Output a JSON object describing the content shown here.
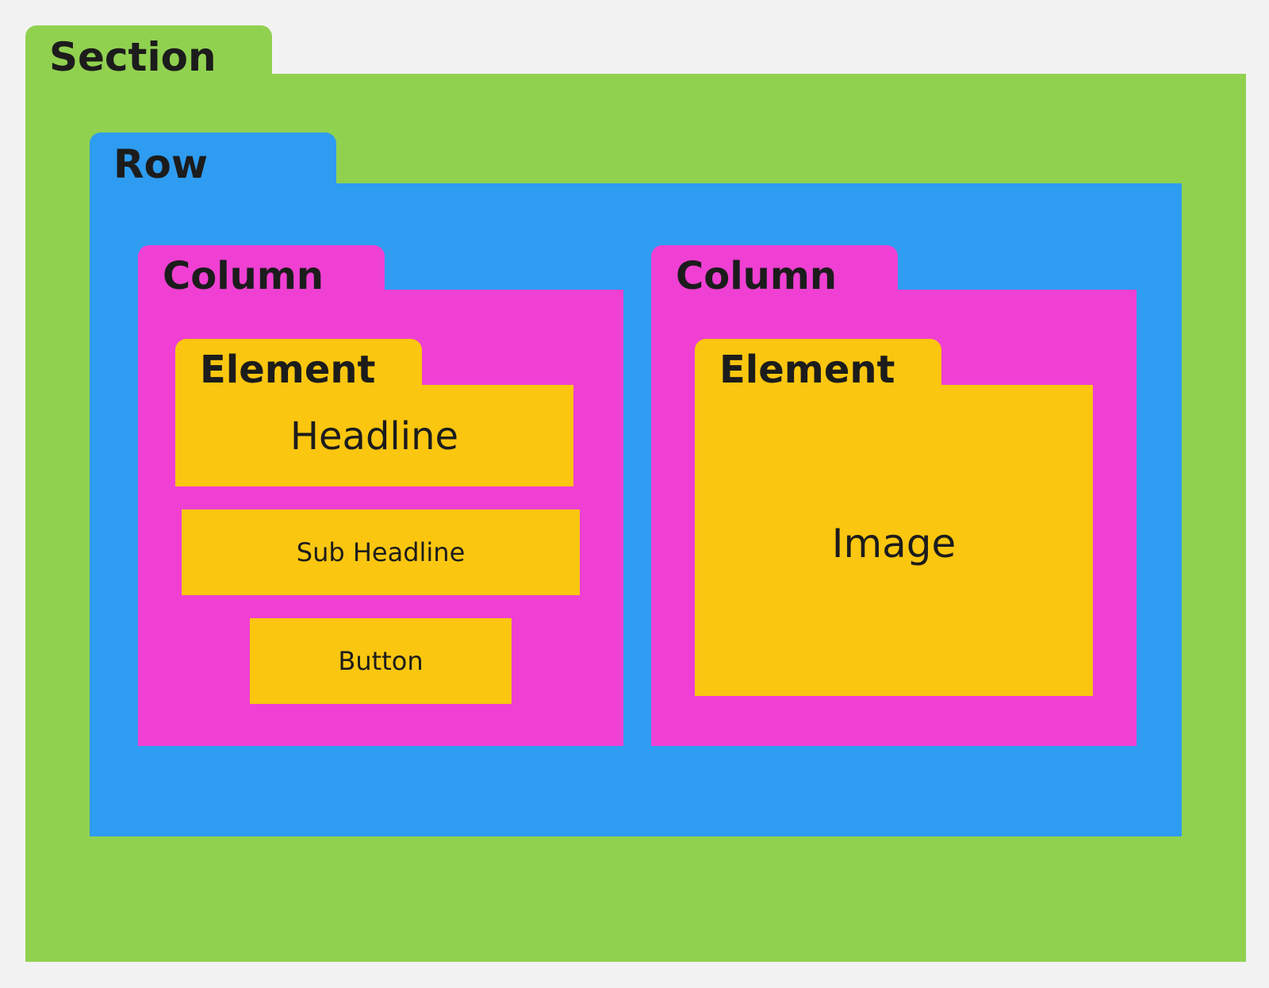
{
  "section": {
    "label": "Section"
  },
  "row": {
    "label": "Row"
  },
  "columns": [
    {
      "label": "Column",
      "element": {
        "label": "Element",
        "content": "Headline"
      },
      "sub_headline": "Sub Headline",
      "button": "Button"
    },
    {
      "label": "Column",
      "element": {
        "label": "Element",
        "content": "Image"
      }
    }
  ],
  "colors": {
    "background": "#f2f2f2",
    "section": "#91d150",
    "row": "#2e9cf0",
    "column": "#ef40d3",
    "element": "#fac60f",
    "text": "#1c1c1c"
  }
}
